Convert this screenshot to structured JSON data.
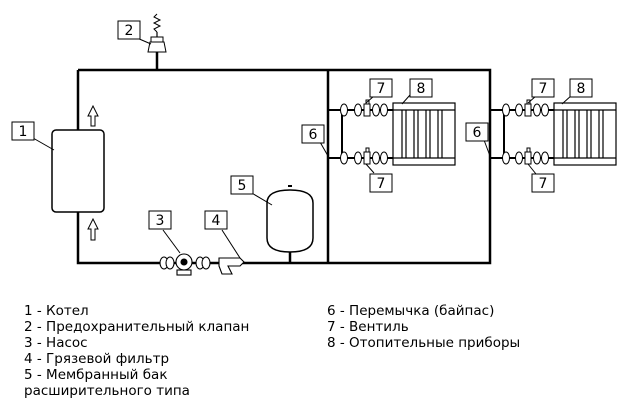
{
  "callouts": {
    "c1": "1",
    "c2": "2",
    "c3": "3",
    "c4": "4",
    "c5": "5",
    "c6a": "6",
    "c6b": "6",
    "c7a": "7",
    "c7b": "7",
    "c7c": "7",
    "c7d": "7",
    "c8a": "8",
    "c8b": "8"
  },
  "legend": {
    "left": [
      "1 - Котел",
      "2 - Предохранительный клапан",
      "3 - Насос",
      "4 - Грязевой фильтр",
      "5 - Мембранный бак",
      "расширительного типа"
    ],
    "right": [
      "6 - Перемычка (байпас)",
      "7 - Вентиль",
      "8 - Отопительные приборы"
    ]
  }
}
